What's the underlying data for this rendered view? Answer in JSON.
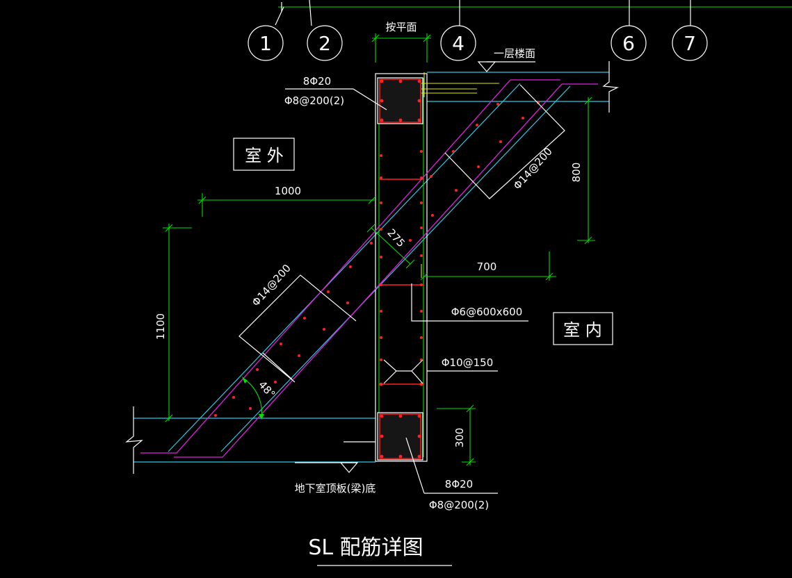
{
  "axes": [
    {
      "id": "axis-1",
      "label": "1"
    },
    {
      "id": "axis-2",
      "label": "2"
    },
    {
      "id": "axis-4",
      "label": "4"
    },
    {
      "id": "axis-6",
      "label": "6"
    },
    {
      "id": "axis-7",
      "label": "7"
    }
  ],
  "labels": {
    "slope_top": "按平面",
    "first_floor": "一层楼面",
    "top_beam_main": "8Φ20",
    "top_beam_stirrup": "Φ8@200(2)",
    "outdoor": "室 外",
    "indoor": "室 内",
    "dim_1000": "1000",
    "dim_800": "800",
    "dim_700": "700",
    "dim_275": "275",
    "dim_1100": "1100",
    "dim_300": "300",
    "rebar_upper": "Φ14@200",
    "rebar_lower": "Φ14@200",
    "mesh": "Φ6@600x600",
    "stirrup_wall": "Φ10@150",
    "angle": "48°",
    "basement_roof": "地下室顶板(梁)底",
    "bottom_beam_main": "8Φ20",
    "bottom_beam_stirrup": "Φ8@200(2)",
    "drawing_title": "SL 配筋详图"
  },
  "colors": {
    "background": "#000000",
    "outline": "#ffffff",
    "dimension": "#00e000",
    "slab": "#30c8e0",
    "rebar_slope": "#e020e0",
    "rebar": "#ff2020",
    "leader": "#e8e800"
  }
}
